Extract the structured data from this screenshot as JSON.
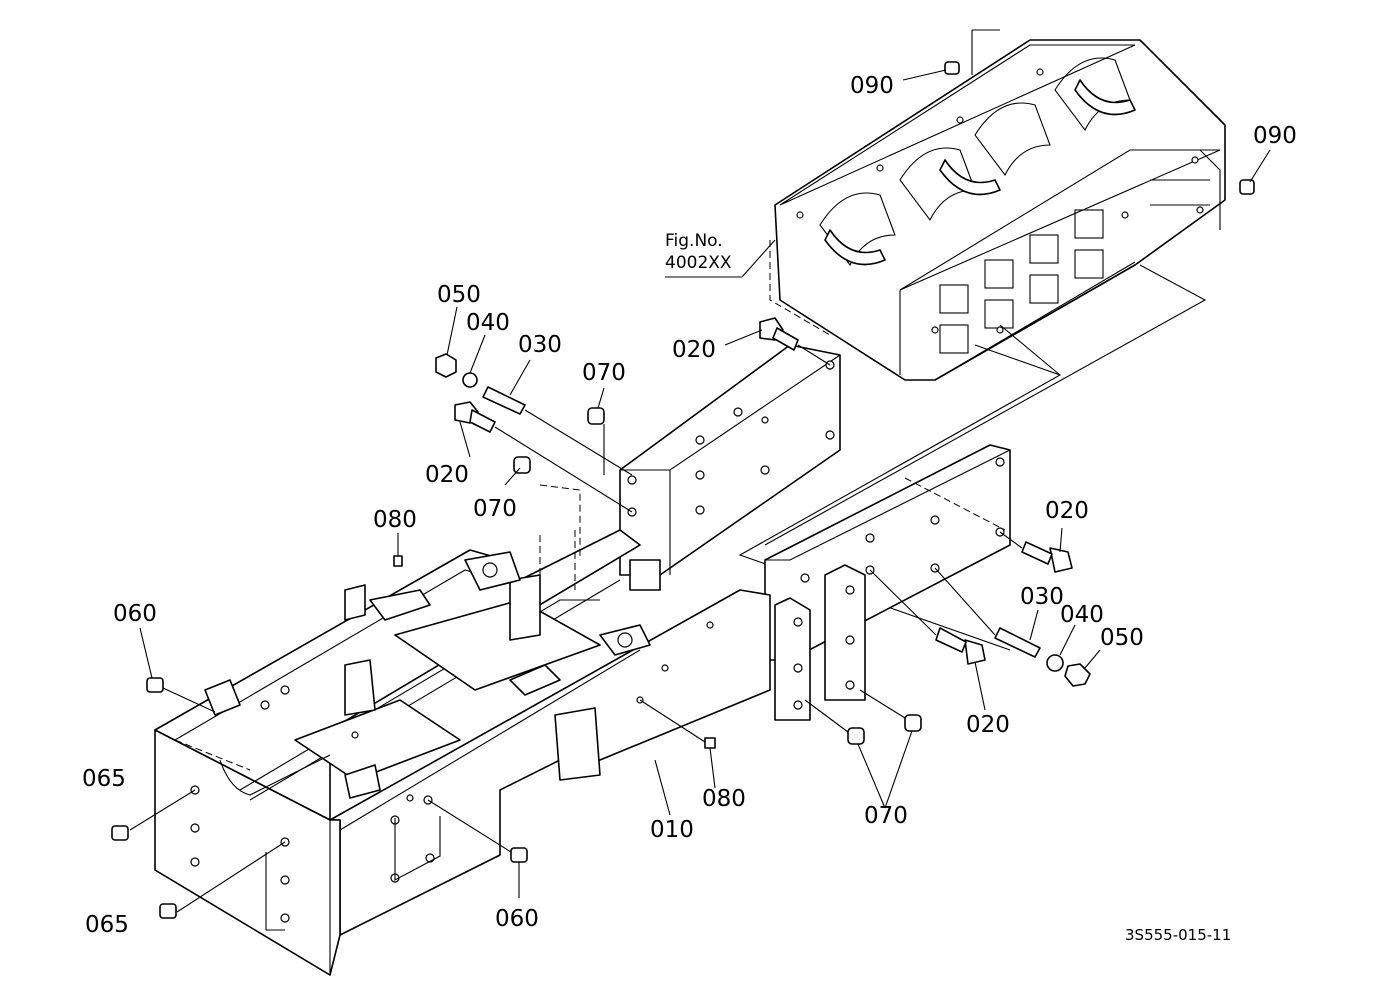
{
  "figure_ref": {
    "line1": "Fig.No.",
    "line2": "4002XX"
  },
  "drawing_code": "3S555-015-11",
  "callouts": {
    "c090a": "090",
    "c090b": "090",
    "c050a": "050",
    "c040a": "040",
    "c030a": "030",
    "c070a": "070",
    "c020a": "020",
    "c020b": "020",
    "c070b": "070",
    "c080a": "080",
    "c060a": "060",
    "c065a": "065",
    "c065b": "065",
    "c060b": "060",
    "c010": "010",
    "c080b": "080",
    "c070c": "070",
    "c020c": "020",
    "c030b": "030",
    "c040b": "040",
    "c050b": "050",
    "c020d": "020"
  }
}
